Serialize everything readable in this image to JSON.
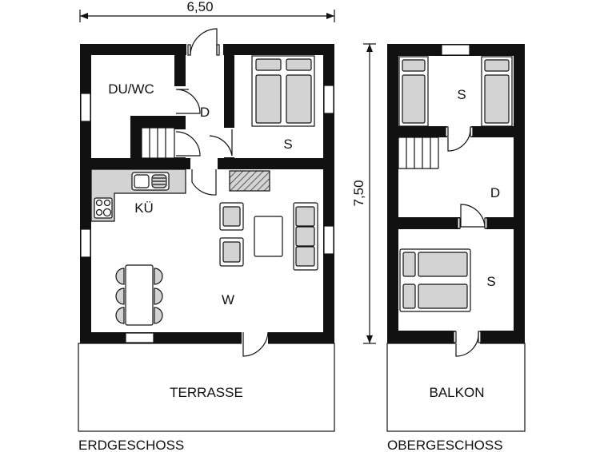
{
  "dimensions": {
    "width_label": "6,50",
    "height_label": "7,50"
  },
  "ground_floor": {
    "caption": "ERDGESCHOSS",
    "rooms": {
      "bath": "DU/WC",
      "hall": "D",
      "bedroom": "S",
      "kitchen": "KÜ",
      "living": "W",
      "terrace": "TERRASSE"
    }
  },
  "upper_floor": {
    "caption": "OBERGESCHOSS",
    "rooms": {
      "bedroom_top": "S",
      "hall": "D",
      "bedroom_bottom": "S",
      "balcony": "BALKON"
    }
  }
}
